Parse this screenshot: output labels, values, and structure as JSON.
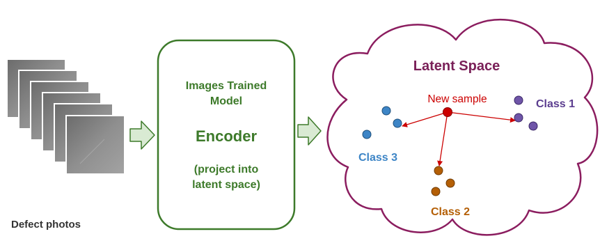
{
  "photos": {
    "caption": "Defect photos",
    "count": 6
  },
  "encoder": {
    "line1": "Images Trained",
    "line2": "Model",
    "title": "Encoder",
    "note1": "(project into",
    "note2": "latent space)"
  },
  "latent": {
    "title": "Latent Space",
    "new_sample": "New sample",
    "class1": "Class 1",
    "class2": "Class 2",
    "class3": "Class 3"
  },
  "colors": {
    "green": "#3d7a2a",
    "arrow_fill": "#d9ead3",
    "cloud": "#8b1d5f",
    "title": "#7a2058",
    "red": "#cc0000",
    "class1": "#5b3d8f",
    "class2": "#b45f06",
    "class3": "#3d85c6"
  }
}
